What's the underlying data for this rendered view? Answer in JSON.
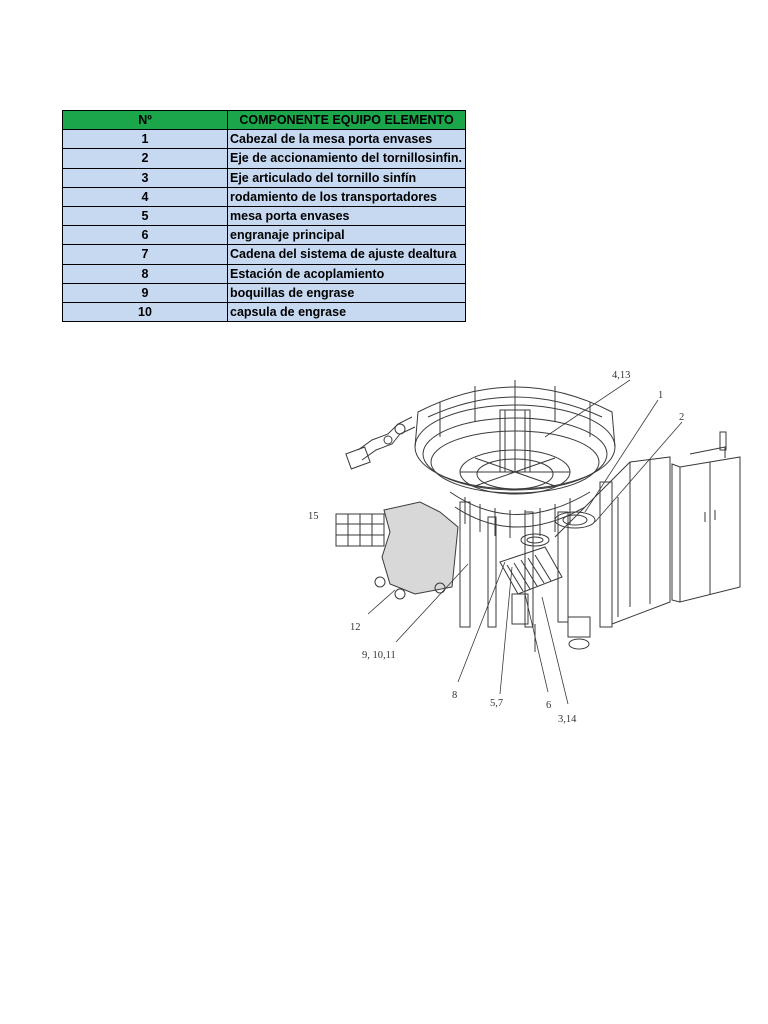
{
  "table": {
    "headers": [
      "Nº",
      "COMPONENTE EQUIPO ELEMENTO"
    ],
    "rows": [
      {
        "num": "1",
        "desc": "Cabezal de la mesa porta envases"
      },
      {
        "num": "2",
        "desc": "Eje de accionamiento del tornillosinfin."
      },
      {
        "num": "3",
        "desc": "Eje articulado del tornillo sinfín"
      },
      {
        "num": "4",
        "desc": "rodamiento de los transportadores"
      },
      {
        "num": "5",
        "desc": "mesa porta envases"
      },
      {
        "num": "6",
        "desc": "engranaje principal"
      },
      {
        "num": "7",
        "desc": "Cadena del sistema de ajuste dealtura"
      },
      {
        "num": "8",
        "desc": "Estación de acoplamiento"
      },
      {
        "num": "9",
        "desc": "boquillas de engrase"
      },
      {
        "num": "10",
        "desc": "capsula de engrase"
      }
    ]
  },
  "figure": {
    "callouts": [
      "4,13",
      "1",
      "2",
      "15",
      "12",
      "9, 10,11",
      "8",
      "5,7",
      "6",
      "3,14"
    ]
  }
}
